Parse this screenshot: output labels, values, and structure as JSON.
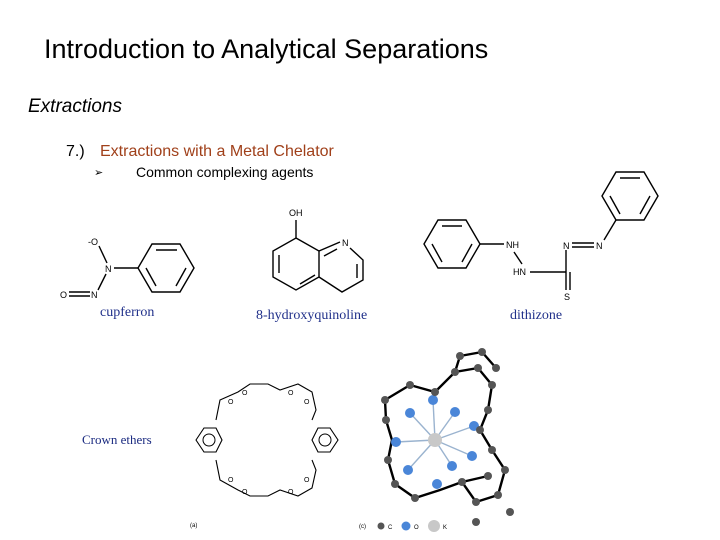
{
  "slide": {
    "title": "Introduction to Analytical Separations",
    "section": "Extractions",
    "item_number": "7.)",
    "item_text": "Extractions with a Metal Chelator",
    "bullet_glyph": "➢",
    "bullet_text": "Common complexing agents"
  },
  "molecules": {
    "cupferron": {
      "label": "cupferron",
      "atoms": {
        "o_minus": "-O",
        "n1": "N",
        "o_eq": "O",
        "n2": "N"
      }
    },
    "hydroxyquinoline": {
      "label": "8-hydroxyquinoline",
      "atoms": {
        "oh": "OH",
        "n": "N"
      }
    },
    "dithizone": {
      "label": "dithizone",
      "atoms": {
        "nh": "NH",
        "hn": "HN",
        "n_a": "N",
        "n_b": "N",
        "s": "S"
      }
    }
  },
  "crown_ethers": {
    "label": "Crown ethers",
    "oxygen_atom": "O",
    "panel_a_label": "(a)",
    "panel_c_label": "(c)",
    "legend": [
      {
        "symbol": "C",
        "color": "#555555"
      },
      {
        "symbol": "O",
        "color": "#4a86d8"
      },
      {
        "symbol": "K",
        "color": "#c8c8c8"
      }
    ]
  }
}
